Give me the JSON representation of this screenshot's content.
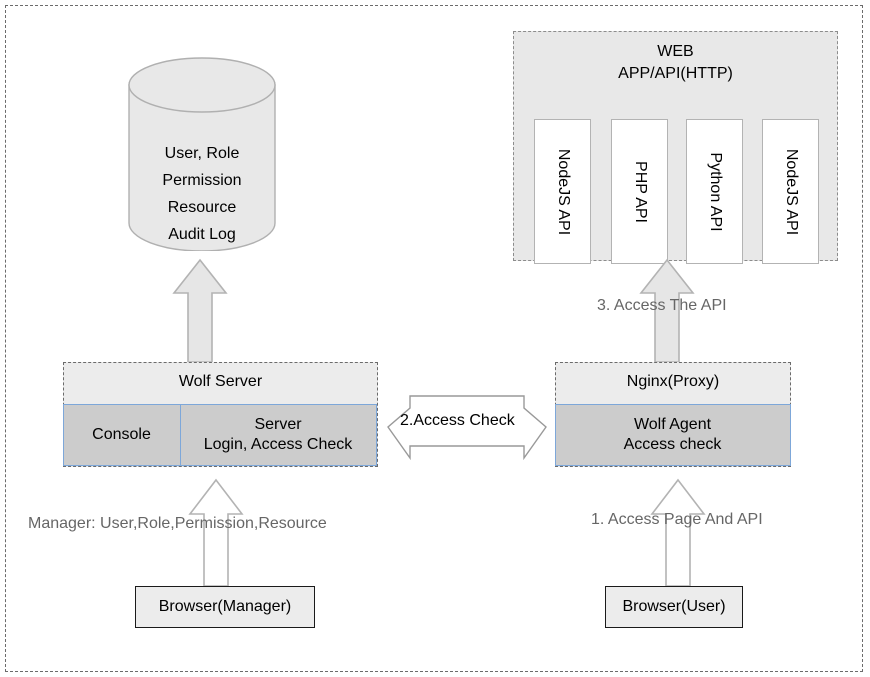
{
  "diagram": {
    "title": "Wolf access-control architecture",
    "outer_frame": {
      "style": "dashed"
    },
    "database": {
      "name": "data-store-cylinder",
      "lines": [
        "User, Role",
        "Permission",
        "Resource",
        "Audit Log"
      ]
    },
    "web_container": {
      "title_line1": "WEB",
      "title_line2": "APP/API(HTTP)",
      "apis": [
        {
          "label": "NodeJS API"
        },
        {
          "label": "PHP  API"
        },
        {
          "label": "Python API"
        },
        {
          "label": "NodeJS API"
        }
      ]
    },
    "wolf_server": {
      "header": "Wolf Server",
      "console_label": "Console",
      "server_line1": "Server",
      "server_line2": "Login, Access Check"
    },
    "nginx": {
      "header": "Nginx(Proxy)",
      "agent_line1": "Wolf Agent",
      "agent_line2": "Access check"
    },
    "browsers": {
      "manager": "Browser(Manager)",
      "user": "Browser(User)"
    },
    "flows": {
      "access_check": "2.Access Check",
      "access_the_api": "3. Access The API",
      "access_page_and_api": "1. Access Page And API",
      "manager_scope": "Manager: User,Role,Permission,Resource"
    },
    "colors": {
      "panel_fill": "#e8e8e8",
      "cell_fill": "#cccccc",
      "cell_border": "#7da7d9",
      "arrow_fill": "#e6e6e6",
      "arrow_stroke": "#b3b3b3",
      "label_gray": "#666666",
      "frame_dash": "#6b6b6b"
    }
  }
}
